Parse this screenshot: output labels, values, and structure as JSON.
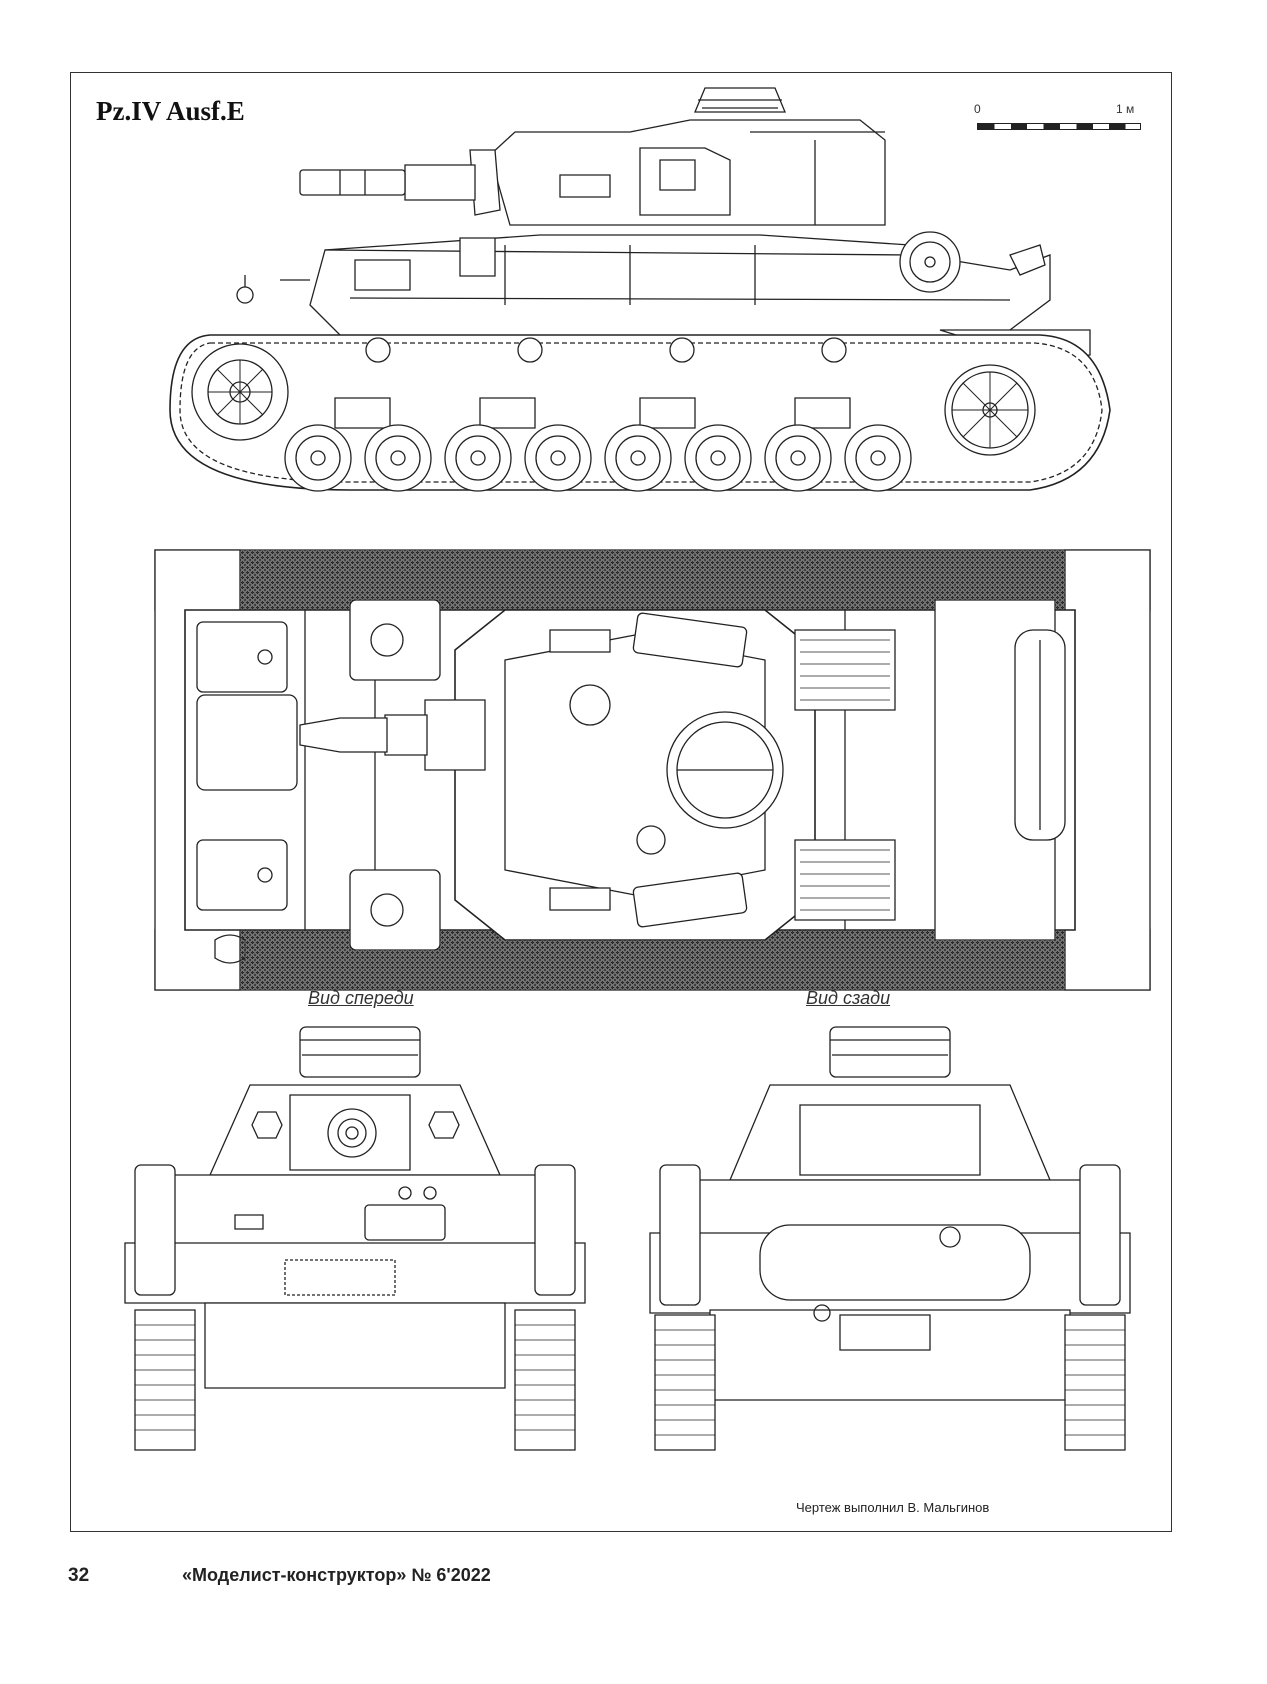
{
  "title": "Pz.IV Ausf.E",
  "scale": {
    "start_label": "0",
    "end_label": "1 м"
  },
  "views": {
    "front_label": "Вид спереди",
    "rear_label": "Вид сзади"
  },
  "credit": "Чертеж выполнил В. Мальгинов",
  "footer": {
    "page_number": "32",
    "journal": "«Моделист-конструктор» № 6'2022"
  }
}
